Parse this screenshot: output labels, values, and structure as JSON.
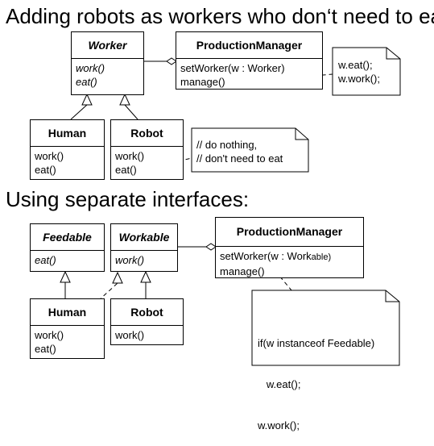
{
  "headings": {
    "top": "Adding robots as workers who don‘t need to eat",
    "bottom": "Using separate interfaces:"
  },
  "top_diagram": {
    "worker": {
      "name": "Worker",
      "ops": [
        "work()",
        "eat()"
      ]
    },
    "production_manager": {
      "name": "ProductionManager",
      "ops": [
        "setWorker(w :  Worker)",
        "manage()"
      ]
    },
    "human": {
      "name": "Human",
      "ops": [
        "work()",
        "eat()"
      ]
    },
    "robot": {
      "name": "Robot",
      "ops": [
        "work()",
        "eat()"
      ]
    },
    "note_manage": [
      "w.eat();",
      "w.work();"
    ],
    "note_robot_eat": [
      "// do nothing,",
      "// don't need to eat"
    ]
  },
  "bottom_diagram": {
    "feedable": {
      "name": "Feedable",
      "ops": [
        "eat()"
      ]
    },
    "workable": {
      "name": "Workable",
      "ops": [
        "work()"
      ]
    },
    "production_manager": {
      "name": "ProductionManager",
      "set_worker_prefix": "setWorker(w :  Work",
      "set_worker_suffix": "able)",
      "manage": "manage()"
    },
    "human": {
      "name": "Human",
      "ops": [
        "work()",
        "eat()"
      ]
    },
    "robot": {
      "name": "Robot",
      "ops": [
        "work()"
      ]
    },
    "note_manage": [
      "if(w instanceof Feedable)",
      "   w.eat();",
      "w.work();"
    ]
  }
}
